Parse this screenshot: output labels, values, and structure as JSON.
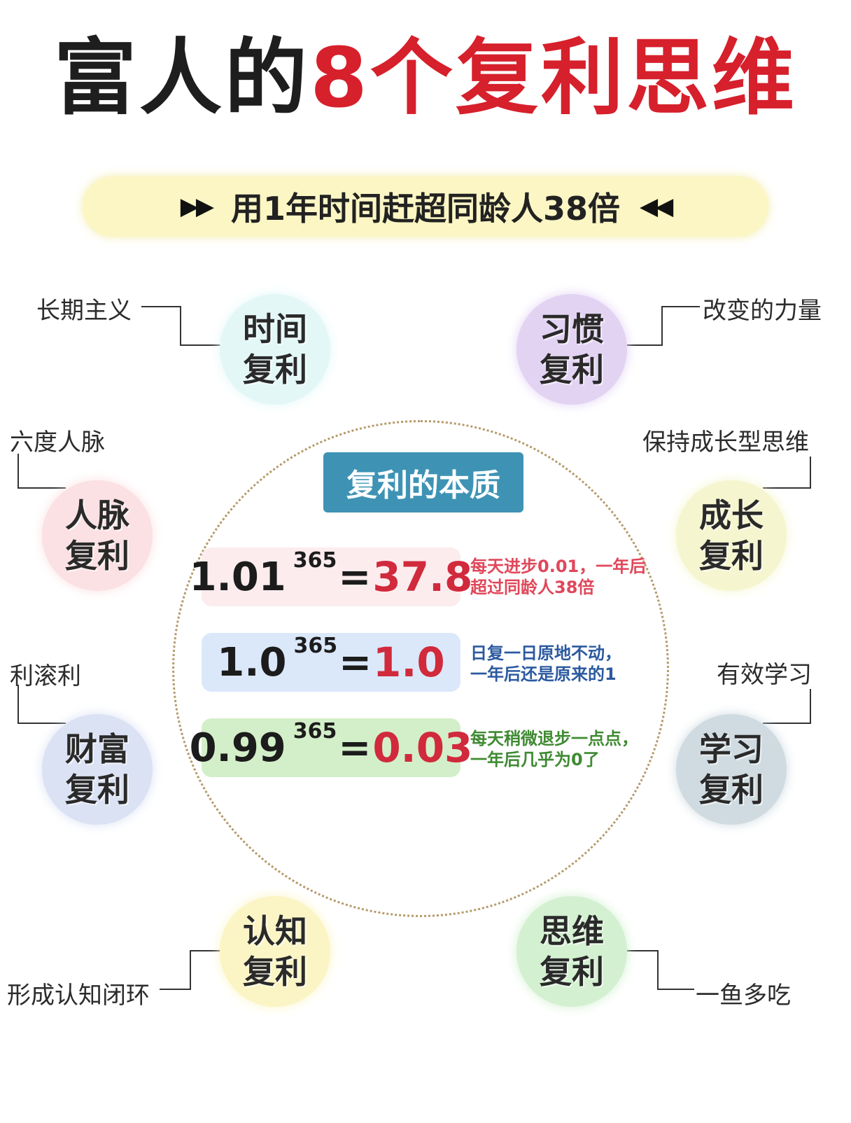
{
  "title": {
    "part1": "富人的",
    "part2": "8个复利思维"
  },
  "subtitle": {
    "arrow_left": "▶▶",
    "text": "用1年时间赶超同龄人38倍",
    "arrow_right": "◀◀"
  },
  "bubbles": [
    {
      "line1": "时间",
      "line2": "复利",
      "label": "长期主义",
      "color": "#e3f7f7"
    },
    {
      "line1": "习惯",
      "line2": "复利",
      "label": "改变的力量",
      "color": "#e3d3f3"
    },
    {
      "line1": "人脉",
      "line2": "复利",
      "label": "六度人脉",
      "color": "#fbe1e3"
    },
    {
      "line1": "成长",
      "line2": "复利",
      "label": "保持成长型思维",
      "color": "#f5f6cf"
    },
    {
      "line1": "财富",
      "line2": "复利",
      "label": "利滚利",
      "color": "#dbe2f4"
    },
    {
      "line1": "学习",
      "line2": "复利",
      "label": "有效学习",
      "color": "#cfdbe1"
    },
    {
      "line1": "认知",
      "line2": "复利",
      "label": "形成认知闭环",
      "color": "#fbf5c5"
    },
    {
      "line1": "思维",
      "line2": "复利",
      "label": "一鱼多吃",
      "color": "#d3f0d0"
    }
  ],
  "essence": {
    "title": "复利的本质"
  },
  "equations": [
    {
      "base": "1.01",
      "exp": "365",
      "eq": "=",
      "result": "37.8",
      "note1": "每天进步0.01，一年后",
      "note2": "超过同龄人38倍",
      "bg": "#fcecee",
      "result_color": "#d02a3c",
      "note_color": "#e0475a"
    },
    {
      "base": "1.0",
      "exp": "365",
      "eq": "=",
      "result": "1.0",
      "note1": "日复一日原地不动，",
      "note2": "一年后还是原来的1",
      "bg": "#dbe8fa",
      "result_color": "#d02a3c",
      "note_color": "#2c5aa0"
    },
    {
      "base": "0.99",
      "exp": "365",
      "eq": "=",
      "result": "0.03",
      "note1": "每天稍微退步一点点，",
      "note2": "一年后几乎为0了",
      "bg": "#d3efc9",
      "result_color": "#d02a3c",
      "note_color": "#3f8a32"
    }
  ]
}
